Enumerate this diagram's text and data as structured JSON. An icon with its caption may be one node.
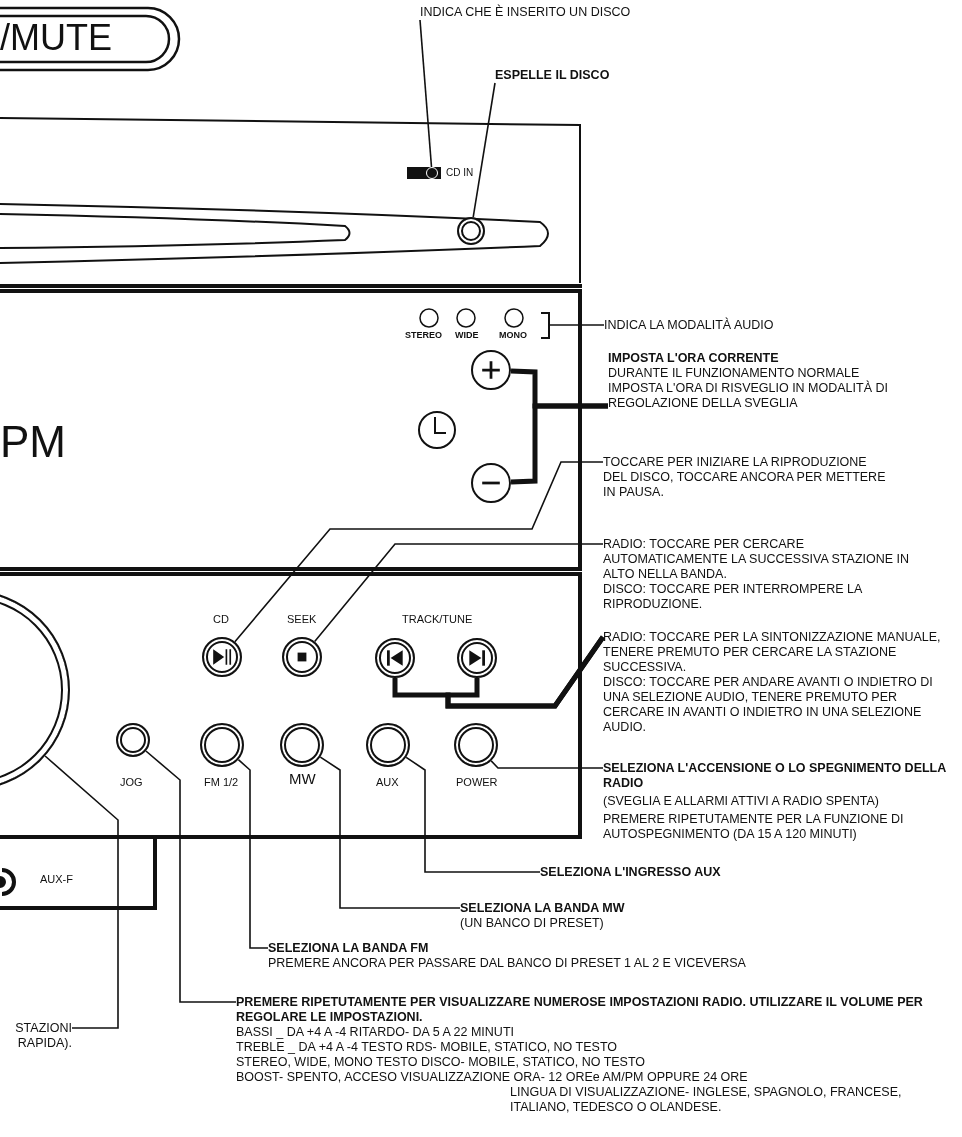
{
  "diagram": {
    "nodes": [
      {
        "text": [
          "INDICA CHE È INSERITO UN DISCO"
        ]
      },
      {
        "text": [],
        "shape": "circle",
        "beside": [
          "CD IN"
        ]
      },
      {
        "text": [
          "ESPELLE IL DISCO"
        ]
      },
      {
        "text": [],
        "shape": "circle"
      },
      {
        "text": [
          "INDICA LA MODALITÀ AUDIO"
        ]
      },
      {
        "text": [
          "IMPOSTA L'ORA CORRENTE",
          "DURANTE IL FUNZIONAMENTO NORMALE",
          "IMPOSTA L'ORA DI RISVEGLIO IN MODALITÀ DI REGOLAZIONE DELLA SVEGLIA"
        ]
      },
      {
        "text": [],
        "shape": "circle"
      },
      {
        "text": [],
        "shape": "circle"
      },
      {
        "text": [
          "TOCCARE PER INIZIARE LA RIPRODUZIONE DEL DISCO, TOCCARE ANCORA PER METTERE IN PAUSA."
        ]
      },
      {
        "text": [],
        "shape": "circle",
        "beside": [
          "CD"
        ]
      },
      {
        "text": [
          "RADIO: TOCCARE PER CERCARE AUTOMATICAMENTE LA SUCCESSIVA STAZIONE IN ALTO NELLA BANDA.",
          "DISCO: TOCCARE PER INTERROMPERE LA RIPRODUZIONE."
        ]
      },
      {
        "text": [],
        "shape": "circle",
        "beside": [
          "SEEK"
        ]
      },
      {
        "text": [
          "RADIO: TOCCARE PER LA SINTONIZZAZIONE MANUALE, TENERE PREMUTO PER CERCARE LA STAZIONE SUCCESSIVA.",
          "DISCO: TOCCARE PER ANDARE AVANTI O INDIETRO DI UNA SELEZIONE AUDIO, TENERE PREMUTO PER CERCARE IN AVANTI O INDIETRO IN UNA SELEZIONE AUDIO."
        ]
      },
      {
        "text": [],
        "shape": "circle"
      },
      {
        "text": [],
        "shape": "circle"
      },
      {
        "text": [
          "SELEZIONA L'ACCENSIONE O LO SPEGNIMENTO DELLA RADIO",
          "(SVEGLIA E ALLARMI ATTIVI A RADIO SPENTA)",
          "PREMERE RIPETUTAMENTE PER LA FUNZIONE DI AUTOSPEGNIMENTO (DA 15 A 120 MINUTI)"
        ]
      },
      {
        "text": [],
        "shape": "circle",
        "beside": [
          "POWER"
        ]
      },
      {
        "text": [
          "SELEZIONA L'INGRESSO AUX"
        ]
      },
      {
        "text": [],
        "shape": "circle",
        "beside": [
          "AUX"
        ]
      },
      {
        "text": [
          "SELEZIONA LA BANDA MW",
          "(UN BANCO DI PRESET)"
        ]
      },
      {
        "text": [],
        "shape": "circle",
        "beside": [
          "MW"
        ]
      },
      {
        "text": [
          "SELEZIONA LA BANDA FM",
          "PREMERE ANCORA PER PASSARE DAL BANCO DI PRESET 1 AL 2 E VICEVERSA"
        ]
      },
      {
        "text": [],
        "shape": "circle",
        "beside": [
          "FM 1/2"
        ]
      },
      {
        "text": [
          "PREMERE RIPETUTAMENTE PER VISUALIZZARE NUMEROSE IMPOSTAZIONI RADIO. UTILIZZARE IL VOLUME PER REGOLARE LE IMPOSTAZIONI.",
          "BASSI _ DA +4 A -4 RITARDO- DA 5 A 22 MINUTI",
          "TREBLE _ DA +4 A -4 TESTO RDS- MOBILE, STATICO, NO TESTO",
          "STEREO, WIDE, MONO TESTO DISCO- MOBILE, STATICO, NO TESTO",
          "BOOST- SPENTO, ACCESO VISUALIZZAZIONE ORA- 12 OREe AM/PM OPPURE 24 ORE",
          "LINGUA DI VISUALIZZAZIONE- INGLESE, SPAGNOLO, FRANCESE, ITALIANO, TEDESCO O OLANDESE."
        ]
      },
      {
        "text": [],
        "shape": "circle",
        "beside": [
          "JOG"
        ]
      },
      {
        "text": [
          "STAZIONI RAPIDA)."
        ]
      },
      {
        "text": [],
        "shape": "circle"
      }
    ],
    "edges": [
      {
        "from": 0,
        "to": 1,
        "arrow": "none"
      },
      {
        "from": 2,
        "to": 3,
        "arrow": "none"
      },
      {
        "from": 4,
        "to": null,
        "arrow": "none"
      },
      {
        "from": 5,
        "to": 6,
        "arrow": "none",
        "style": "thick"
      },
      {
        "from": 5,
        "to": 7,
        "arrow": "none",
        "style": "thick"
      },
      {
        "from": 8,
        "to": 9,
        "arrow": "none"
      },
      {
        "from": 10,
        "to": 11,
        "arrow": "none"
      },
      {
        "from": 12,
        "to": 13,
        "arrow": "none",
        "style": "thick"
      },
      {
        "from": 12,
        "to": 14,
        "arrow": "none",
        "style": "thick"
      },
      {
        "from": 15,
        "to": 16,
        "arrow": "none"
      },
      {
        "from": 17,
        "to": 18,
        "arrow": "none"
      },
      {
        "from": 19,
        "to": 20,
        "arrow": "none"
      },
      {
        "from": 21,
        "to": 22,
        "arrow": "none"
      },
      {
        "from": 23,
        "to": 24,
        "arrow": "none"
      },
      {
        "from": 25,
        "to": 26,
        "arrow": "none"
      }
    ],
    "labels": [
      "/MUTE",
      "STEREO",
      "WIDE",
      "MONO",
      "PM",
      "TRACK/TUNE",
      "AUX-F"
    ]
  }
}
